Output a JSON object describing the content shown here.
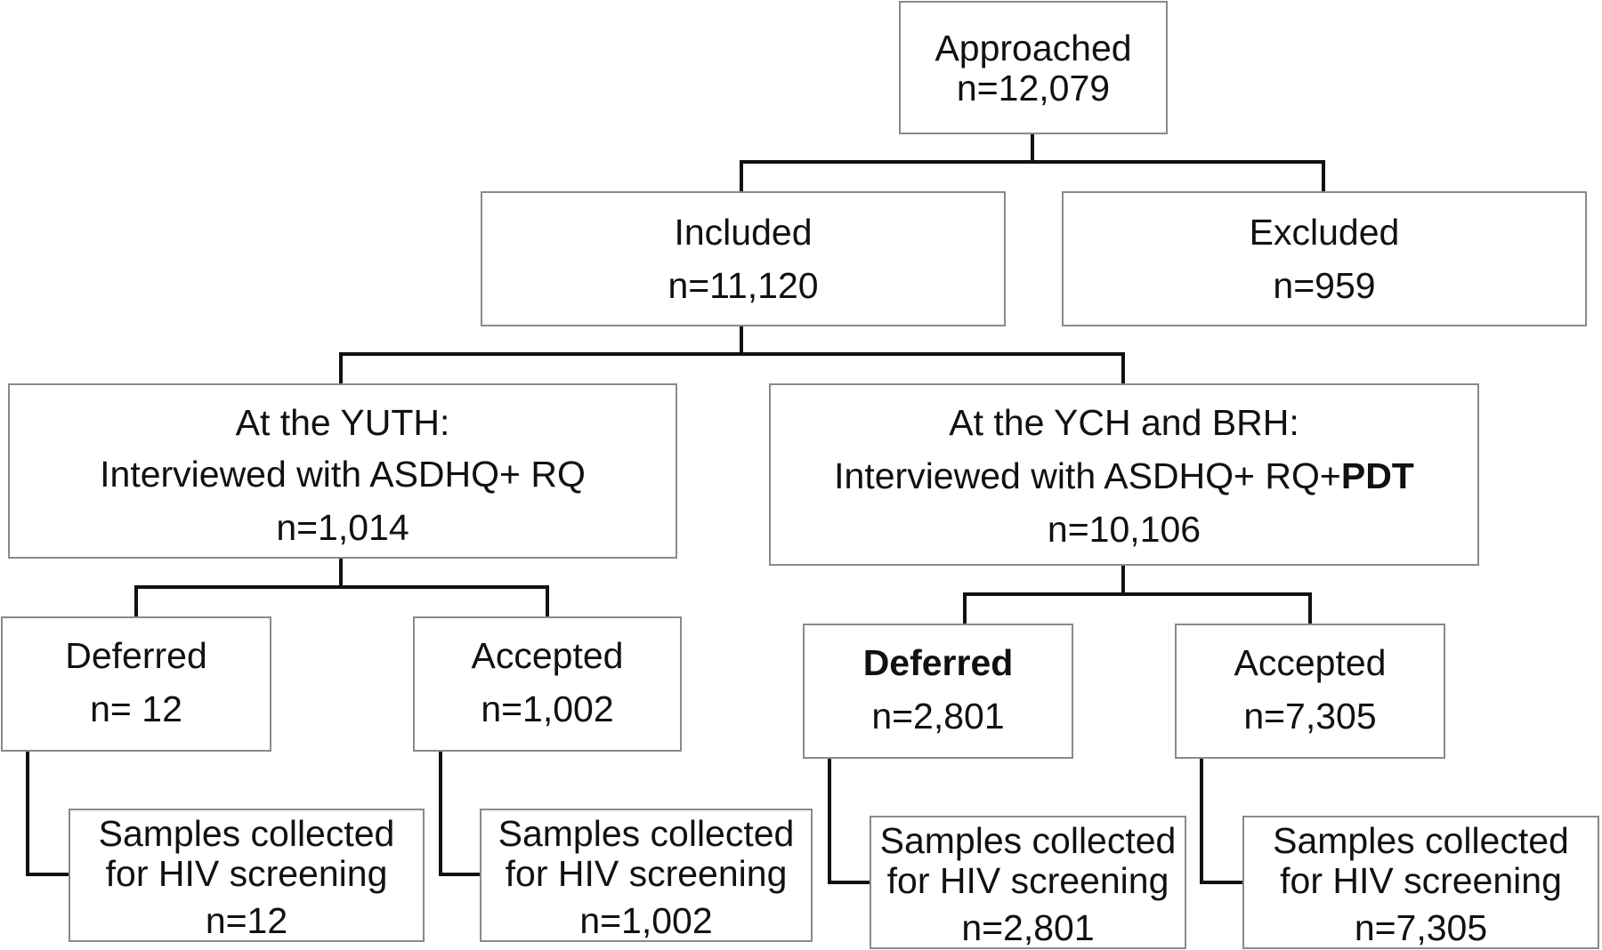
{
  "approached": {
    "label": "Approached",
    "count": "n=12,079"
  },
  "included": {
    "label": "Included",
    "count": "n=11,120"
  },
  "excluded": {
    "label": "Excluded",
    "count": "n=959"
  },
  "yuth": {
    "line1": "At the YUTH:",
    "line2": "Interviewed with ASDHQ+ RQ",
    "count": "n=1,014"
  },
  "ych_brh": {
    "line1": "At the YCH and BRH:",
    "line2_prefix": "Interviewed with ASDHQ+ RQ+",
    "line2_bold": "PDT",
    "count": "n=10,106"
  },
  "yuth_deferred": {
    "label": "Deferred",
    "count": "n= 12"
  },
  "yuth_accepted": {
    "label": "Accepted",
    "count": "n=1,002"
  },
  "ych_deferred": {
    "label": "Deferred",
    "count": "n=2,801"
  },
  "ych_accepted": {
    "label": "Accepted",
    "count": "n=7,305"
  },
  "samples": {
    "line1": "Samples collected",
    "line2": "for HIV screening",
    "yuth_deferred_count": "n=12",
    "yuth_accepted_count": "n=1,002",
    "ych_deferred_count": "n=2,801",
    "ych_accepted_count": "n=7,305"
  },
  "colors": {
    "box_border": "#8a8a8a",
    "connector": "#111111",
    "text": "#111111"
  }
}
